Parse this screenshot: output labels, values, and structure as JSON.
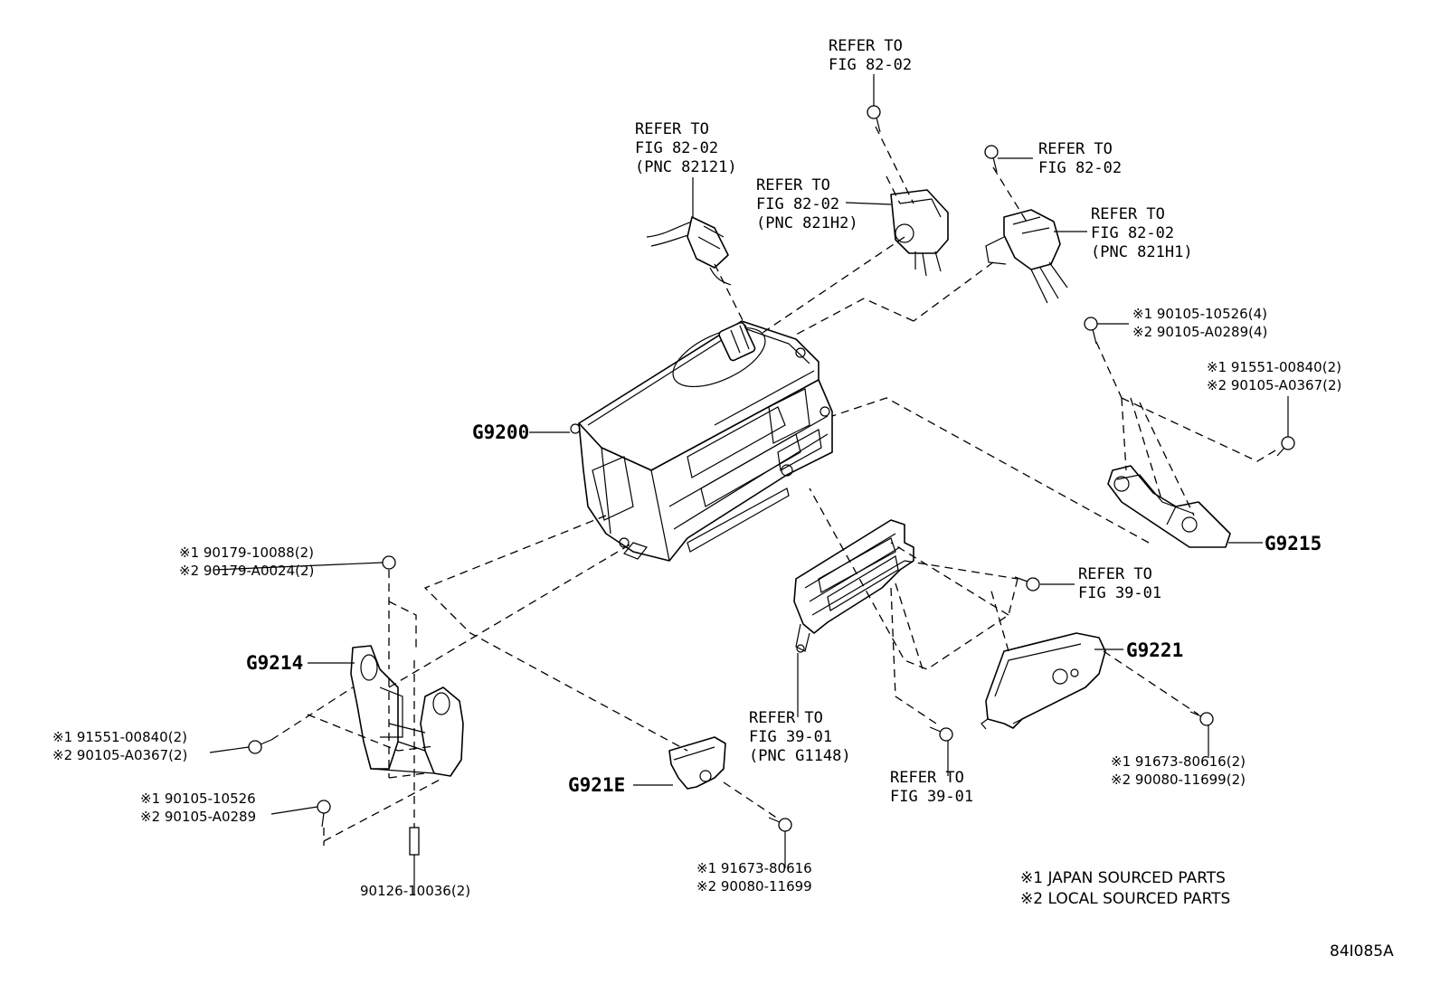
{
  "parts": {
    "main_unit": "G9200",
    "bracket_right": "G9215",
    "bracket_left": "G9214",
    "cover": "G9221",
    "small_bracket": "G921E"
  },
  "refs": {
    "top_center": [
      "REFER TO",
      "FIG 82-02"
    ],
    "top_left_harness": [
      "REFER TO",
      "FIG 82-02",
      "(PNC 82121)"
    ],
    "mid_connector": [
      "REFER TO",
      "FIG 82-02",
      "(PNC 821H2)"
    ],
    "right_bolt": [
      "REFER TO",
      "FIG 82-02"
    ],
    "right_connector": [
      "REFER TO",
      "FIG 82-02",
      "(PNC 821H1)"
    ],
    "right_mid_bolt": [
      "REFER TO",
      "FIG 39-01"
    ],
    "bottom_plate": [
      "REFER TO",
      "FIG 39-01",
      "(PNC G1148)"
    ],
    "bottom_bolt": [
      "REFER TO",
      "FIG 39-01"
    ]
  },
  "fasteners": {
    "right_top": [
      "※1 90105-10526(4)",
      "※2 90105-A0289(4)"
    ],
    "right_mid": [
      "※1 91551-00840(2)",
      "※2 90105-A0367(2)"
    ],
    "left_top": [
      "※1 90179-10088(2)",
      "※2 90179-A0024(2)"
    ],
    "left_mid": [
      "※1 91551-00840(2)",
      "※2 90105-A0367(2)"
    ],
    "left_low": [
      "※1 90105-10526",
      "※2 90105-A0289"
    ],
    "stud": "90126-10036(2)",
    "center_low": [
      "※1 91673-80616",
      "※2 90080-11699"
    ],
    "cover_bolts": [
      "※1  91673-80616(2)",
      "※2  90080-11699(2)"
    ]
  },
  "notes": [
    "※1 JAPAN SOURCED PARTS",
    "※2 LOCAL SOURCED PARTS"
  ],
  "illustration_code": "84I085A"
}
